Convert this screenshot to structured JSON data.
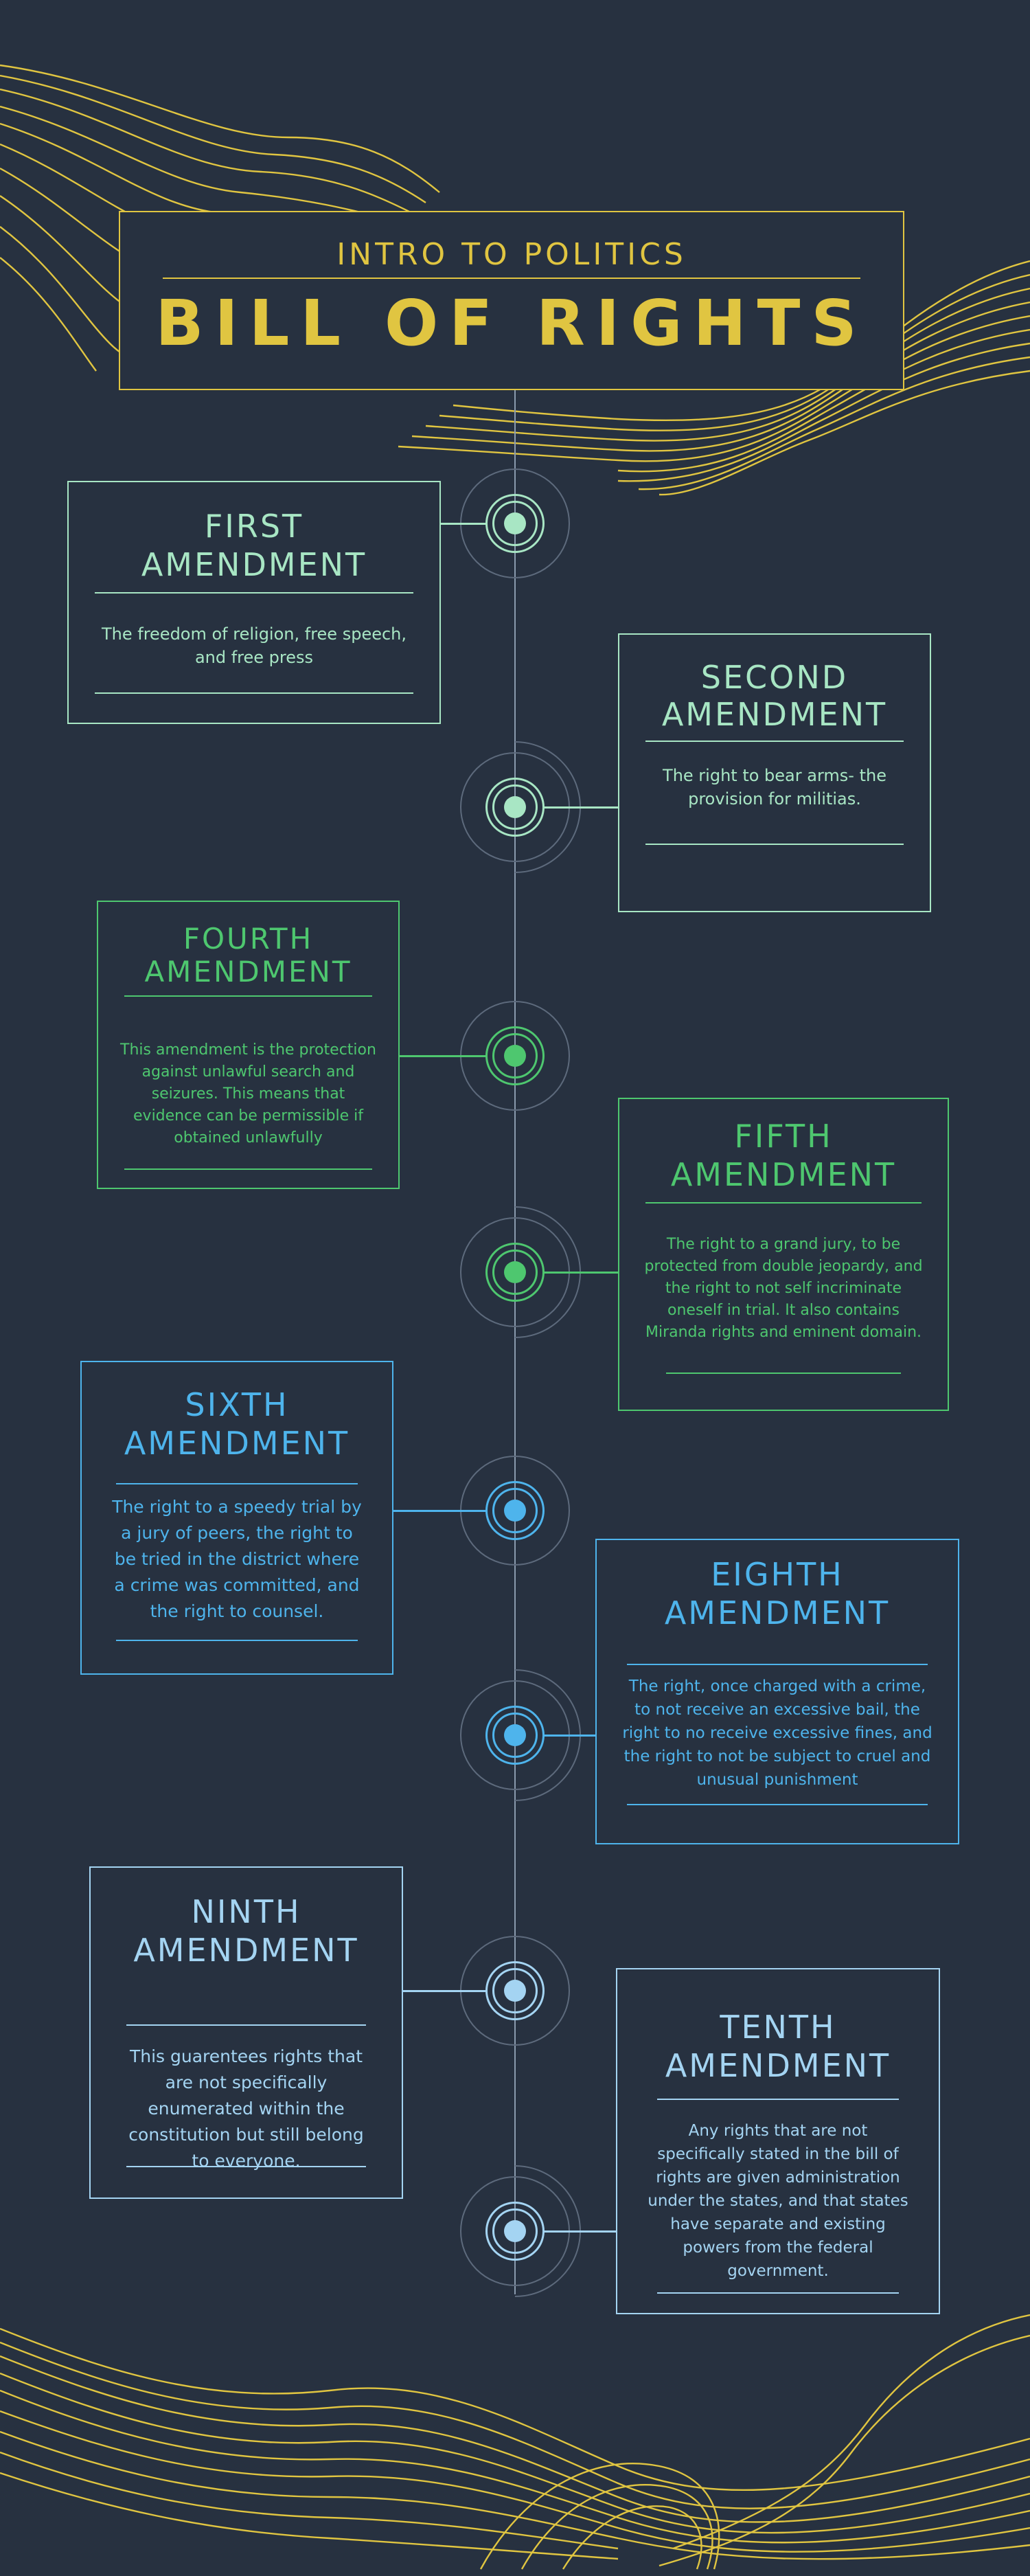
{
  "header": {
    "subtitle": "INTRO TO POLITICS",
    "title": "BILL OF RIGHTS"
  },
  "colors": {
    "background": "#273140",
    "gold": "#e0c541",
    "mint": "#a8e6c4",
    "green": "#4ec76f",
    "blue": "#4eb4ec",
    "pale_blue": "#a4d4f2",
    "axis": "#8a9aae"
  },
  "amendments": [
    {
      "title_line1": "FIRST",
      "title_line2": "AMENDMENT",
      "text": "The freedom of religion, free speech, and free press"
    },
    {
      "title_line1": "SECOND",
      "title_line2": "AMENDMENT",
      "text": "The right to bear arms- the provision for militias."
    },
    {
      "title_line1": "FOURTH",
      "title_line2": "AMENDMENT",
      "text": "This amendment is the protection against unlawful search and seizures. This means that evidence can be permissible if obtained unlawfully"
    },
    {
      "title_line1": "FIFTH",
      "title_line2": "AMENDMENT",
      "text": "The right to a grand jury, to be protected from double jeopardy, and the right to not self incriminate oneself in trial. It also contains Miranda rights and eminent domain."
    },
    {
      "title_line1": "SIXTH",
      "title_line2": "AMENDMENT",
      "text": "The right to a speedy trial by a jury of peers, the right to be tried in the district where a crime was committed, and the right to counsel."
    },
    {
      "title_line1": "EIGHTH",
      "title_line2": "AMENDMENT",
      "text": "The right, once charged with a crime, to not receive an excessive bail, the right to no receive excessive fines, and the right to not be subject to cruel and unusual punishment"
    },
    {
      "title_line1": "NINTH",
      "title_line2": "AMENDMENT",
      "text": "This guarentees rights that are not specifically enumerated within the constitution but still belong to everyone."
    },
    {
      "title_line1": "TENTH",
      "title_line2": "AMENDMENT",
      "text": "Any rights that are not specifically stated in the bill of rights are given administration under the states, and that states have separate and existing powers from the federal government."
    }
  ]
}
